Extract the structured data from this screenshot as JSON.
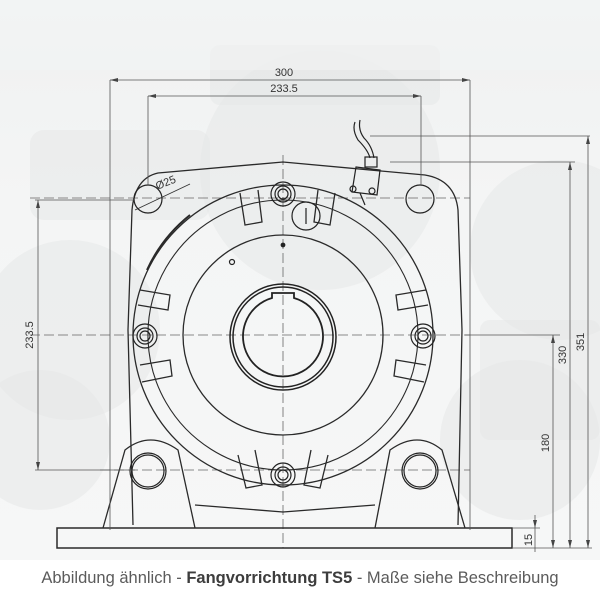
{
  "figure": {
    "title": "Fangvorrichtung TS5",
    "caption": {
      "prefix": "Abbildung ähnlich - ",
      "product": "Fangvorrichtung TS5",
      "suffix": " - Maße siehe Beschreibung"
    },
    "dimensions": {
      "overall_width": "300",
      "hole_spacing_horizontal": "233.5",
      "hole_spacing_vertical": "233.5",
      "hole_diameter": "Ø25",
      "overall_height": "351",
      "top_flange_height": "330",
      "center_height": "180",
      "base_thickness": "15"
    },
    "colors": {
      "line": "#2a2a2a",
      "dimension_line": "#555555",
      "background": "#f3f4f4",
      "ghost_image": "#e3e5e5"
    }
  }
}
